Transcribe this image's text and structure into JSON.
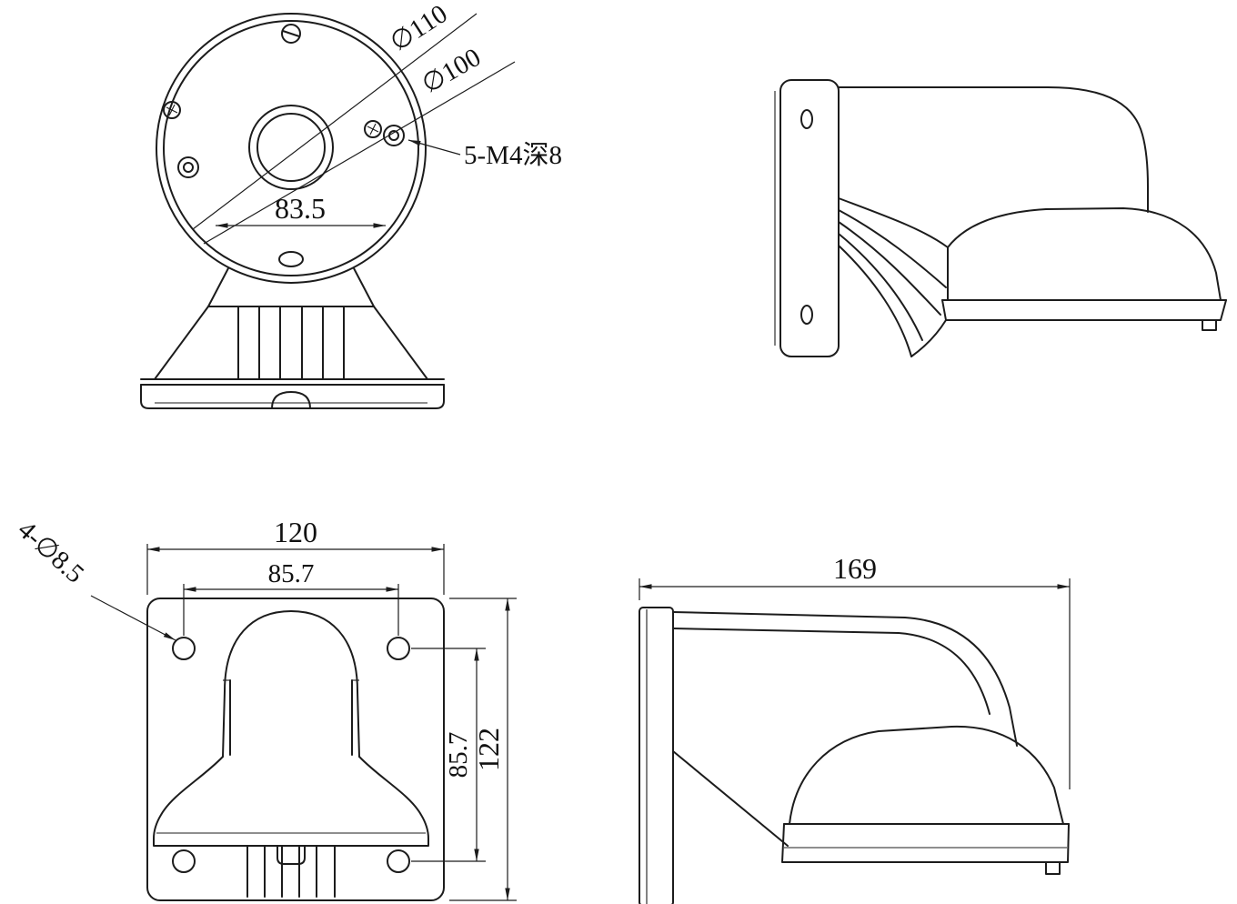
{
  "drawing": {
    "type": "engineering-dimension-drawing",
    "subject": "camera wall-mount bracket, four orthographic views",
    "colors": {
      "line": "#1c1c1c",
      "background": "#ffffff"
    }
  },
  "views": {
    "top_view": {
      "label_d110": "∅110",
      "label_d100": "∅100",
      "label_thread": "5-M4深8",
      "label_835": "83.5"
    },
    "front_view": {
      "label_120": "120",
      "label_857_top": "85.7",
      "label_holes": "4-∅8.5",
      "label_857_right": "85.7",
      "label_122": "122"
    },
    "side_view": {
      "label_169": "169"
    }
  }
}
